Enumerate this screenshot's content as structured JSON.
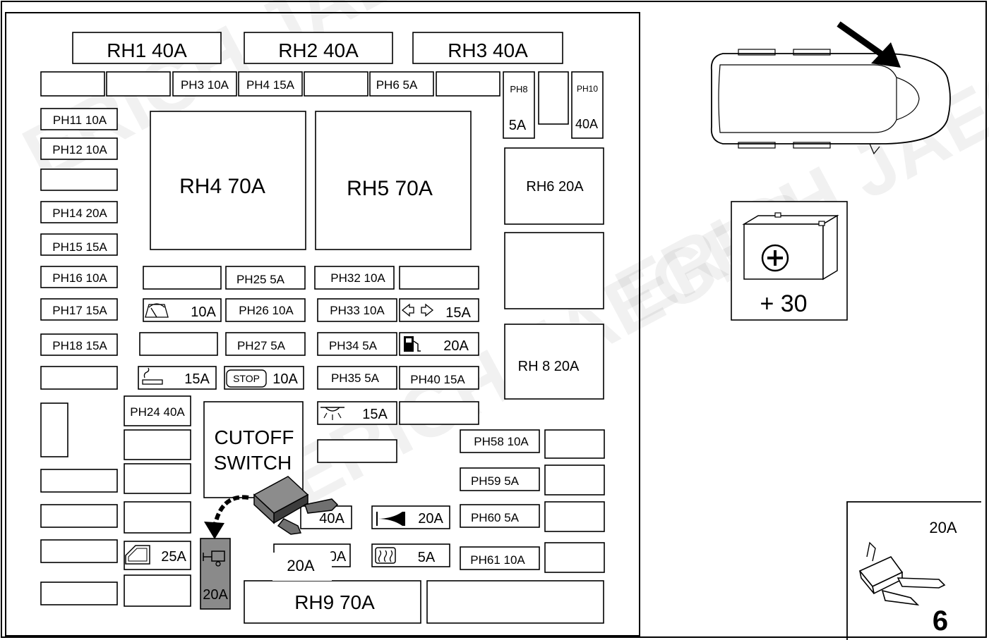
{
  "watermark": "ERICH JAEGER",
  "top_row": [
    "RH1 40A",
    "RH2 40A",
    "RH3 40A"
  ],
  "row2": [
    "PH3 10A",
    "PH4 15A",
    "PH6 5A"
  ],
  "ph8": {
    "name": "PH8",
    "value": "5A"
  },
  "ph10": {
    "name": "PH10",
    "value": "40A"
  },
  "left_column": [
    "PH11 10A",
    "PH12 10A",
    "PH14 20A",
    "PH15 15A",
    "PH16 10A",
    "PH17 15A",
    "PH18 15A"
  ],
  "relays": {
    "rh4": "RH4 70A",
    "rh5": "RH5 70A",
    "rh6": "RH6 20A",
    "rh8": "RH 8 20A",
    "rh9": "RH9 70A"
  },
  "fuses": {
    "ph25": "PH25 5A",
    "ph26": "PH26 10A",
    "ph27": "PH27 5A",
    "ph32": "PH32 10A",
    "ph33": "PH33 10A",
    "ph34": "PH34 5A",
    "ph35": "PH35 5A",
    "ph40": "PH40 15A",
    "ph24": "PH24 40A",
    "ph58": "PH58 10A",
    "ph59": "PH59 5A",
    "ph60": "PH60 5A",
    "ph61": "PH61 10A"
  },
  "symbol_fuses": {
    "wiper": "10A",
    "indicator": "15A",
    "fuel": "20A",
    "lighter": "15A",
    "stop_icon_text": "STOP",
    "stop": "10A",
    "interior_light": "15A",
    "window": "25A",
    "horn": "20A",
    "rear_defrost": "5A",
    "highlighted": "20A",
    "partial_40": "40A",
    "partial_10": "0A",
    "callout": "20A"
  },
  "cutoff_switch": [
    "CUTOFF",
    "SWITCH"
  ],
  "battery_label": "+ 30",
  "fuse_detail": {
    "rating": "20A",
    "number": "6"
  },
  "colors": {
    "highlight": "#8a8a8a",
    "fuse_gray": "#707070",
    "fuse_dark": "#3c3c3c"
  }
}
